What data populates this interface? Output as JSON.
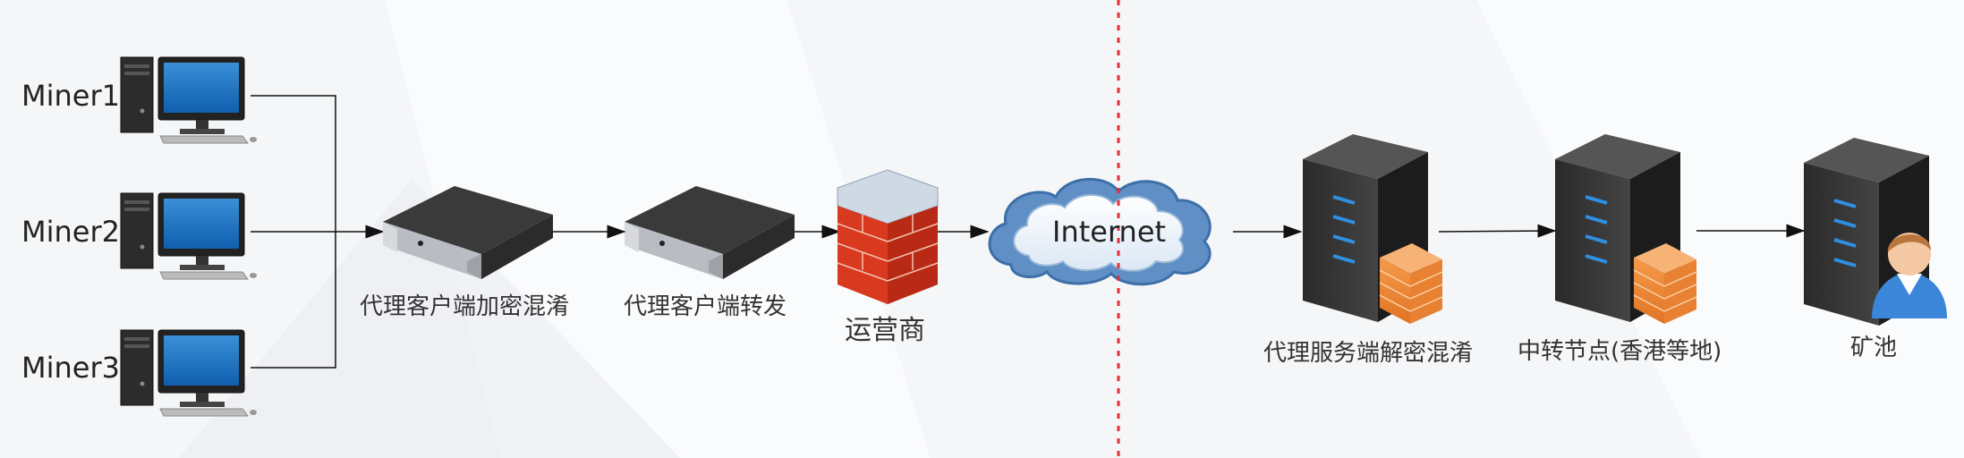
{
  "miners": [
    {
      "label": "Miner1"
    },
    {
      "label": "Miner2"
    },
    {
      "label": "Miner3"
    }
  ],
  "nodes": {
    "proxy_client_encrypt": "代理客户端加密混淆",
    "proxy_client_forward": "代理客户端转发",
    "isp": "运营商",
    "internet": "Internet",
    "proxy_server_decrypt": "代理服务端解密混淆",
    "relay_node": "中转节点(香港等地)",
    "mining_pool": "矿池"
  },
  "colors": {
    "divider": "#e0303a",
    "edge": "#111111"
  },
  "icons": [
    "computer-icon",
    "network-device-icon",
    "firewall-icon",
    "cloud-icon",
    "server-icon",
    "user-icon"
  ]
}
